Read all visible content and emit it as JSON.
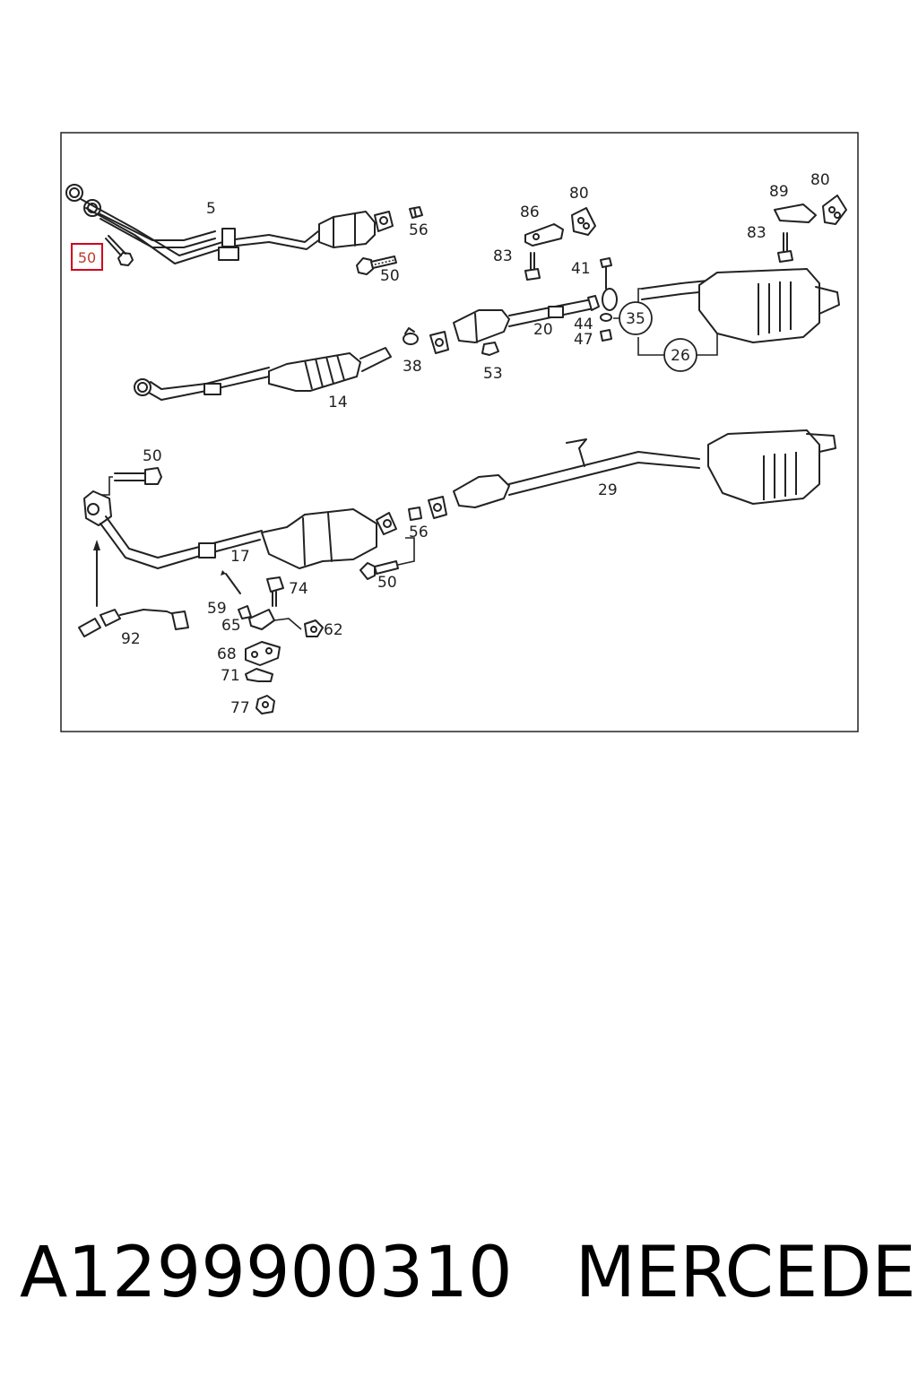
{
  "diagram": {
    "highlighted_label": "50",
    "labels": {
      "p5": "5",
      "p56a": "56",
      "p50a": "50",
      "p86": "86",
      "p80a": "80",
      "p83a": "83",
      "p41": "41",
      "p89": "89",
      "p80b": "80",
      "p83b": "83",
      "p44": "44",
      "p47": "47",
      "p35": "35",
      "p26": "26",
      "p20": "20",
      "p38": "38",
      "p53": "53",
      "p14": "14",
      "p50b": "50",
      "p29": "29",
      "p17": "17",
      "p56b": "56",
      "p50c": "50",
      "p74": "74",
      "p59": "59",
      "p65": "65",
      "p62": "62",
      "p92": "92",
      "p68": "68",
      "p71": "71",
      "p77": "77"
    }
  },
  "footer": {
    "part_number": "A1299900310",
    "brand": "MERCEDES"
  }
}
